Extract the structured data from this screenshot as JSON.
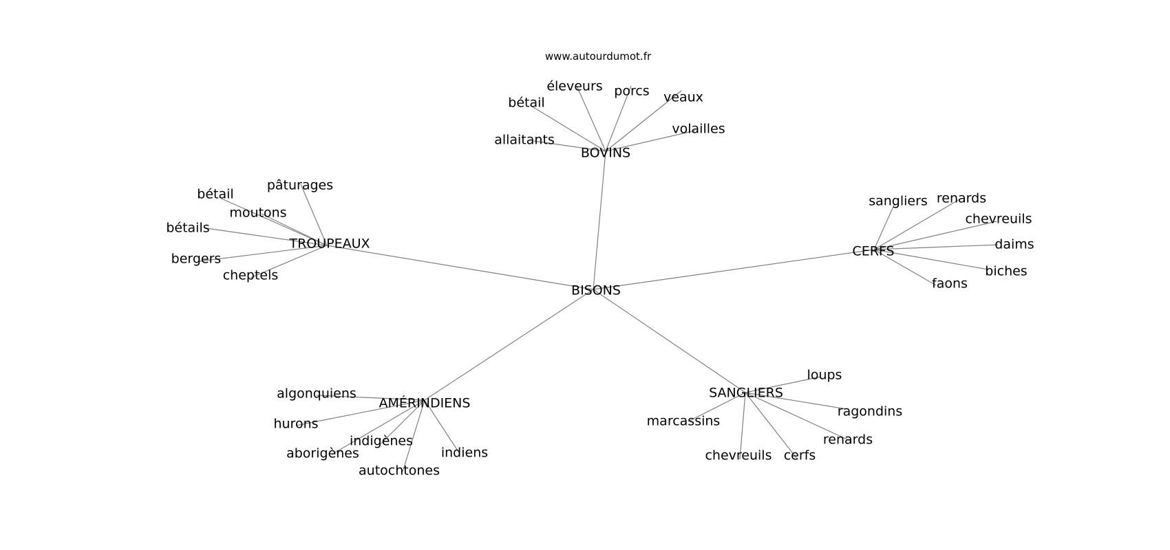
{
  "watermark": "www.autourdumot.fr",
  "center": "BISONS",
  "hubs": [
    {
      "label": "BOVINS",
      "leaves": [
        "allaitants",
        "bétail",
        "éleveurs",
        "porcs",
        "veaux",
        "volailles"
      ]
    },
    {
      "label": "TROUPEAUX",
      "leaves": [
        "pâturages",
        "bétail",
        "moutons",
        "bétails",
        "bergers",
        "cheptels"
      ]
    },
    {
      "label": "CERFS",
      "leaves": [
        "sangliers",
        "renards",
        "chevreuils",
        "daims",
        "biches",
        "faons"
      ]
    },
    {
      "label": "AMÉRINDIENS",
      "leaves": [
        "algonquiens",
        "hurons",
        "aborigènes",
        "indigènes",
        "autochtones",
        "indiens"
      ]
    },
    {
      "label": "SANGLIERS",
      "leaves": [
        "loups",
        "ragondins",
        "renards",
        "cerfs",
        "chevreuils",
        "marcassins"
      ]
    }
  ],
  "colors": {
    "edge": "#808080",
    "text": "#000000",
    "background": "#ffffff"
  }
}
